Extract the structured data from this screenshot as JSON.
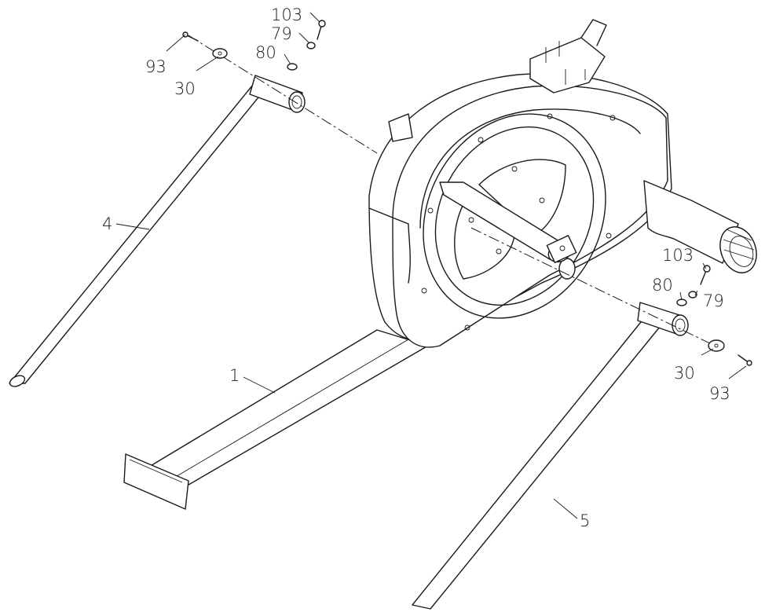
{
  "callouts": {
    "tube_left": "4",
    "tube_right": "5",
    "base_beam": "1",
    "bolt_top": "103",
    "spring_washer_top": "79",
    "flat_washer_top": "80",
    "screw_left": "93",
    "end_cap_left": "30",
    "bolt_right": "103",
    "flat_washer_right": "80",
    "spring_washer_right": "79",
    "end_cap_right": "30",
    "screw_right": "93"
  }
}
